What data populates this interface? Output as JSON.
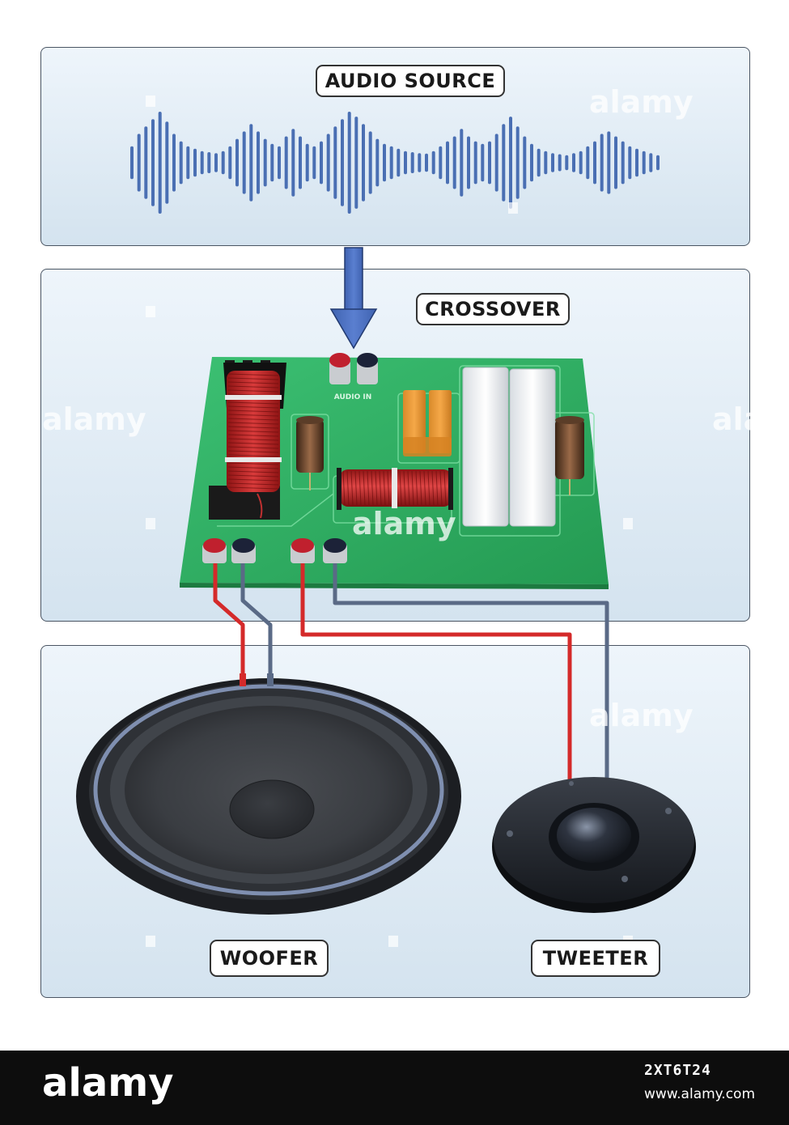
{
  "labels": {
    "audio_source": "AUDIO SOURCE",
    "crossover": "CROSSOVER",
    "woofer": "WOOFER",
    "tweeter": "TWEETER",
    "audio_in": "AUDIO IN"
  },
  "watermark": {
    "brand": "alamy",
    "image_id": "2XT6T24",
    "url": "www.alamy.com"
  },
  "colors": {
    "waveform": "#4a6fb3",
    "arrow": "#4a6fc0",
    "pcb": "#2fae62",
    "wire_positive": "#d42a2a",
    "wire_negative": "#5a6a86",
    "panel_border": "#4a5563"
  },
  "waveform_levels": [
    0.3,
    0.55,
    0.7,
    0.85,
    1,
    0.8,
    0.55,
    0.4,
    0.3,
    0.25,
    0.2,
    0.18,
    0.16,
    0.2,
    0.3,
    0.45,
    0.6,
    0.75,
    0.6,
    0.45,
    0.35,
    0.3,
    0.5,
    0.65,
    0.5,
    0.35,
    0.3,
    0.4,
    0.55,
    0.7,
    0.85,
    1,
    0.9,
    0.75,
    0.6,
    0.45,
    0.35,
    0.3,
    0.25,
    0.2,
    0.18,
    0.16,
    0.15,
    0.2,
    0.3,
    0.4,
    0.5,
    0.65,
    0.5,
    0.4,
    0.35,
    0.4,
    0.55,
    0.75,
    0.9,
    0.7,
    0.5,
    0.35,
    0.25,
    0.2,
    0.16,
    0.14,
    0.12,
    0.16,
    0.2,
    0.3,
    0.4,
    0.55,
    0.6,
    0.5,
    0.4,
    0.3,
    0.25,
    0.2,
    0.16,
    0.12
  ]
}
